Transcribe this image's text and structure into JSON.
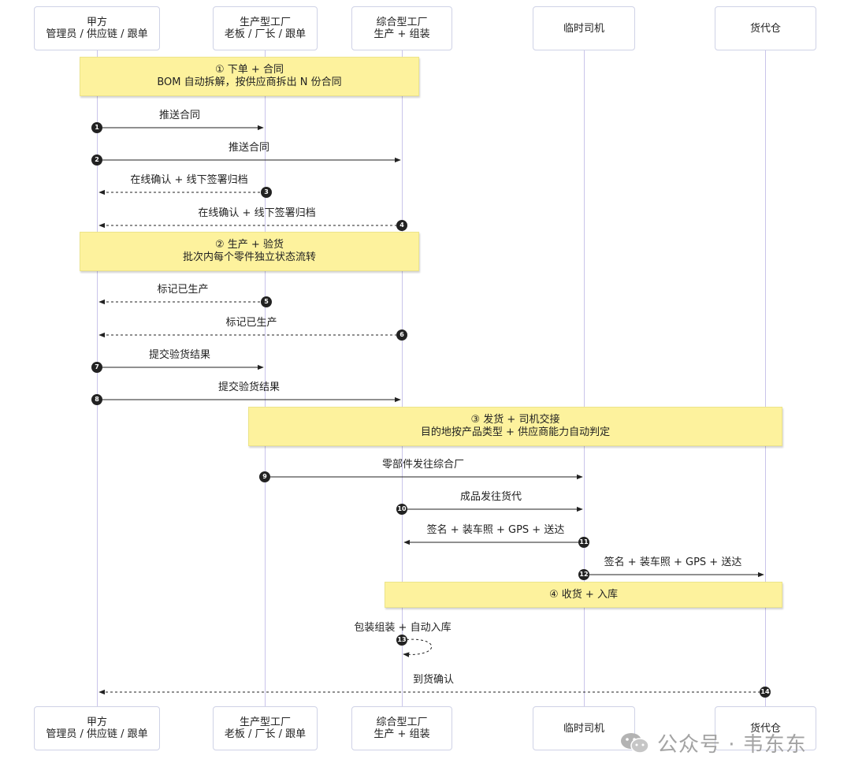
{
  "actors": [
    {
      "id": "a",
      "line1": "甲方",
      "line2": "管理员 / 供应链 / 跟单"
    },
    {
      "id": "b",
      "line1": "生产型工厂",
      "line2": "老板 / 厂长 / 跟单"
    },
    {
      "id": "c",
      "line1": "综合型工厂",
      "line2": "生产 + 组装"
    },
    {
      "id": "d",
      "line1": "临时司机",
      "line2": ""
    },
    {
      "id": "e",
      "line1": "货代仓",
      "line2": ""
    }
  ],
  "notes": [
    {
      "line1": "① 下单 + 合同",
      "line2": "BOM 自动拆解，按供应商拆出 N 份合同"
    },
    {
      "line1": "② 生产 + 验货",
      "line2": "批次内每个零件独立状态流转"
    },
    {
      "line1": "③ 发货 + 司机交接",
      "line2": "目的地按产品类型 + 供应商能力自动判定"
    },
    {
      "line1": "④ 收货 + 入库",
      "line2": ""
    }
  ],
  "messages": [
    {
      "num": "1",
      "label": "推送合同",
      "from": "a",
      "to": "b",
      "style": "solid"
    },
    {
      "num": "2",
      "label": "推送合同",
      "from": "a",
      "to": "c",
      "style": "solid"
    },
    {
      "num": "3",
      "label": "在线确认 + 线下签署归档",
      "from": "b",
      "to": "a",
      "style": "dashed"
    },
    {
      "num": "4",
      "label": "在线确认 + 线下签署归档",
      "from": "c",
      "to": "a",
      "style": "dashed"
    },
    {
      "num": "5",
      "label": "标记已生产",
      "from": "b",
      "to": "a",
      "style": "dashed"
    },
    {
      "num": "6",
      "label": "标记已生产",
      "from": "c",
      "to": "a",
      "style": "dashed"
    },
    {
      "num": "7",
      "label": "提交验货结果",
      "from": "a",
      "to": "b",
      "style": "solid"
    },
    {
      "num": "8",
      "label": "提交验货结果",
      "from": "a",
      "to": "c",
      "style": "solid"
    },
    {
      "num": "9",
      "label": "零部件发往综合厂",
      "from": "b",
      "to": "d",
      "style": "solid"
    },
    {
      "num": "10",
      "label": "成品发往货代",
      "from": "c",
      "to": "d",
      "style": "solid"
    },
    {
      "num": "11",
      "label": "签名 + 装车照 + GPS + 送达",
      "from": "d",
      "to": "c",
      "style": "solid"
    },
    {
      "num": "12",
      "label": "签名 + 装车照 + GPS + 送达",
      "from": "d",
      "to": "e",
      "style": "solid"
    },
    {
      "num": "13",
      "label": "包装组装 + 自动入库",
      "from": "c",
      "to": "c",
      "style": "dashed"
    },
    {
      "num": "14",
      "label": "到货确认",
      "from": "e",
      "to": "a",
      "style": "dashed"
    }
  ],
  "watermark": {
    "text": "公众号 · 韦东东",
    "icon": "wechat-icon"
  },
  "colors": {
    "note_fill": "#fdf29d",
    "lifeline": "#c9c4ea",
    "actor_border": "#cfd2e6",
    "line": "#222222"
  }
}
